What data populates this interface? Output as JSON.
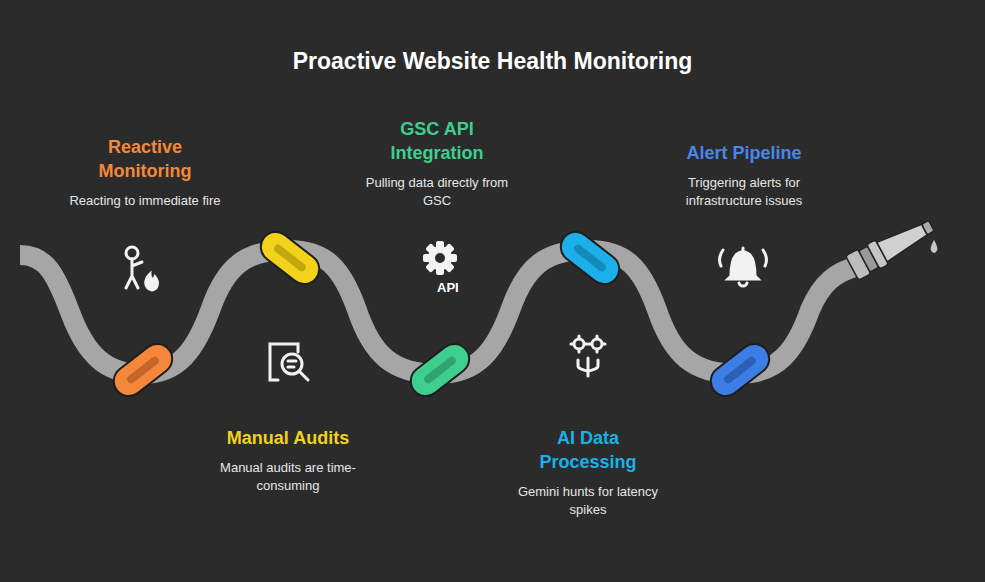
{
  "diagram": {
    "title": "Proactive Website Health Monitoring",
    "nodes": [
      {
        "text": [
          "Reactive Monitoring",
          "Reacting to immediate fire"
        ]
      },
      {
        "text": [
          "Manual Audits",
          "Manual audits are time-consuming"
        ]
      },
      {
        "text": [
          "GSC API Integration",
          "Pulling data directly from GSC"
        ]
      },
      {
        "text": [
          "AI Data Processing",
          "Gemini hunts for latency spikes"
        ]
      },
      {
        "text": [
          "Alert Pipeline",
          "Triggering alerts for infrastructure issues"
        ]
      }
    ],
    "labels": [
      "API"
    ]
  }
}
